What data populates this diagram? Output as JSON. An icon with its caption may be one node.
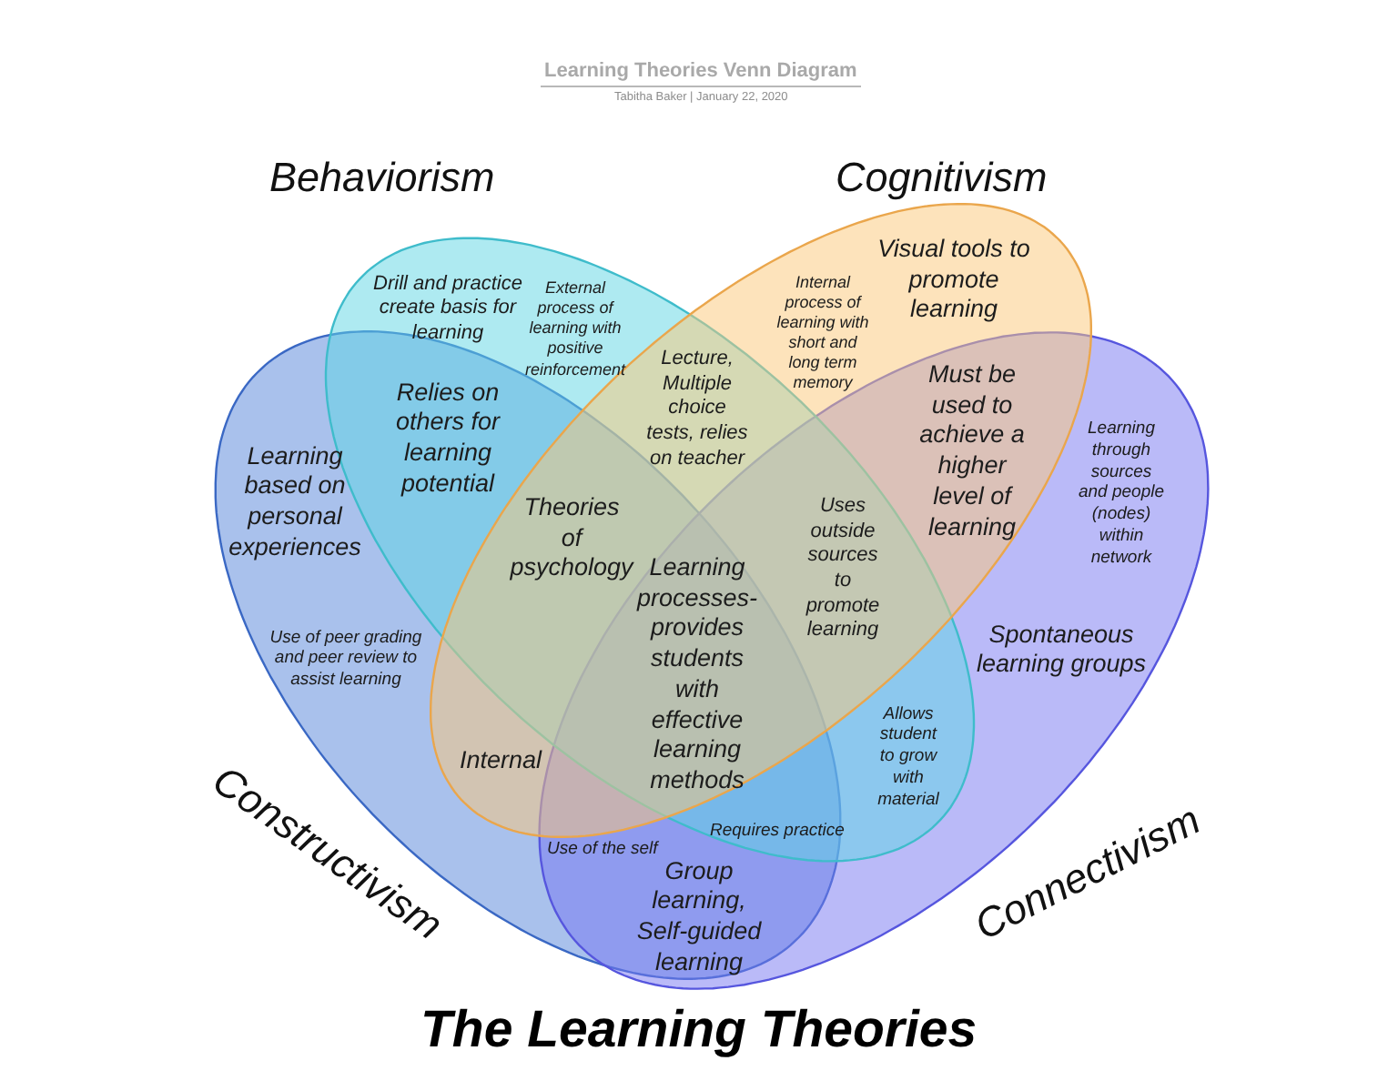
{
  "diagram": {
    "title": "Learning Theories Venn Diagram",
    "caption": "The Learning Theories",
    "nodes": [
      {
        "text": [
          "Behaviorism"
        ]
      },
      {
        "text": [
          "Cognitivism"
        ]
      },
      {
        "text": [
          "Constructivism"
        ]
      },
      {
        "text": [
          "Connectivism"
        ]
      }
    ],
    "labels": [
      "Tabitha Baker | January 22, 2020",
      "Drill and practice create basis for learning",
      "External process of learning with positive reinforcement",
      "Internal process of learning with short and long term memory",
      "Visual tools to promote learning",
      "Lecture, Multiple choice tests, relies on teacher",
      "Must be used to achieve a higher level of learning",
      "Relies on others for learning potential",
      "Learning through sources and people (nodes) within network",
      "Learning based on personal experiences",
      "Theories of psychology",
      "Uses outside sources to promote learning",
      "Learning processes- provides students with effective learning methods",
      "Spontaneous learning groups",
      "Use of peer grading and peer review to assist learning",
      "Allows student to grow with material",
      "Internal",
      "Use of the self",
      "Requires practice",
      "Group learning, Self-guided learning"
    ]
  }
}
